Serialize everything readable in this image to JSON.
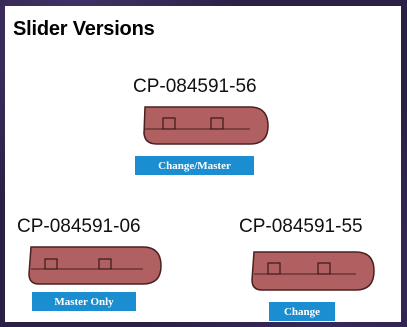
{
  "title": "Slider Versions",
  "sliders": [
    {
      "part_number": "CP-084591-56",
      "badge": "Change/Master"
    },
    {
      "part_number": "CP-084591-06",
      "badge": "Master Only"
    },
    {
      "part_number": "CP-084591-55",
      "badge": "Change"
    }
  ],
  "colors": {
    "slider_fill": "#b06060",
    "slider_stroke": "#4a2020",
    "badge_bg": "#1a8ed0",
    "badge_text": "#ffffff"
  }
}
